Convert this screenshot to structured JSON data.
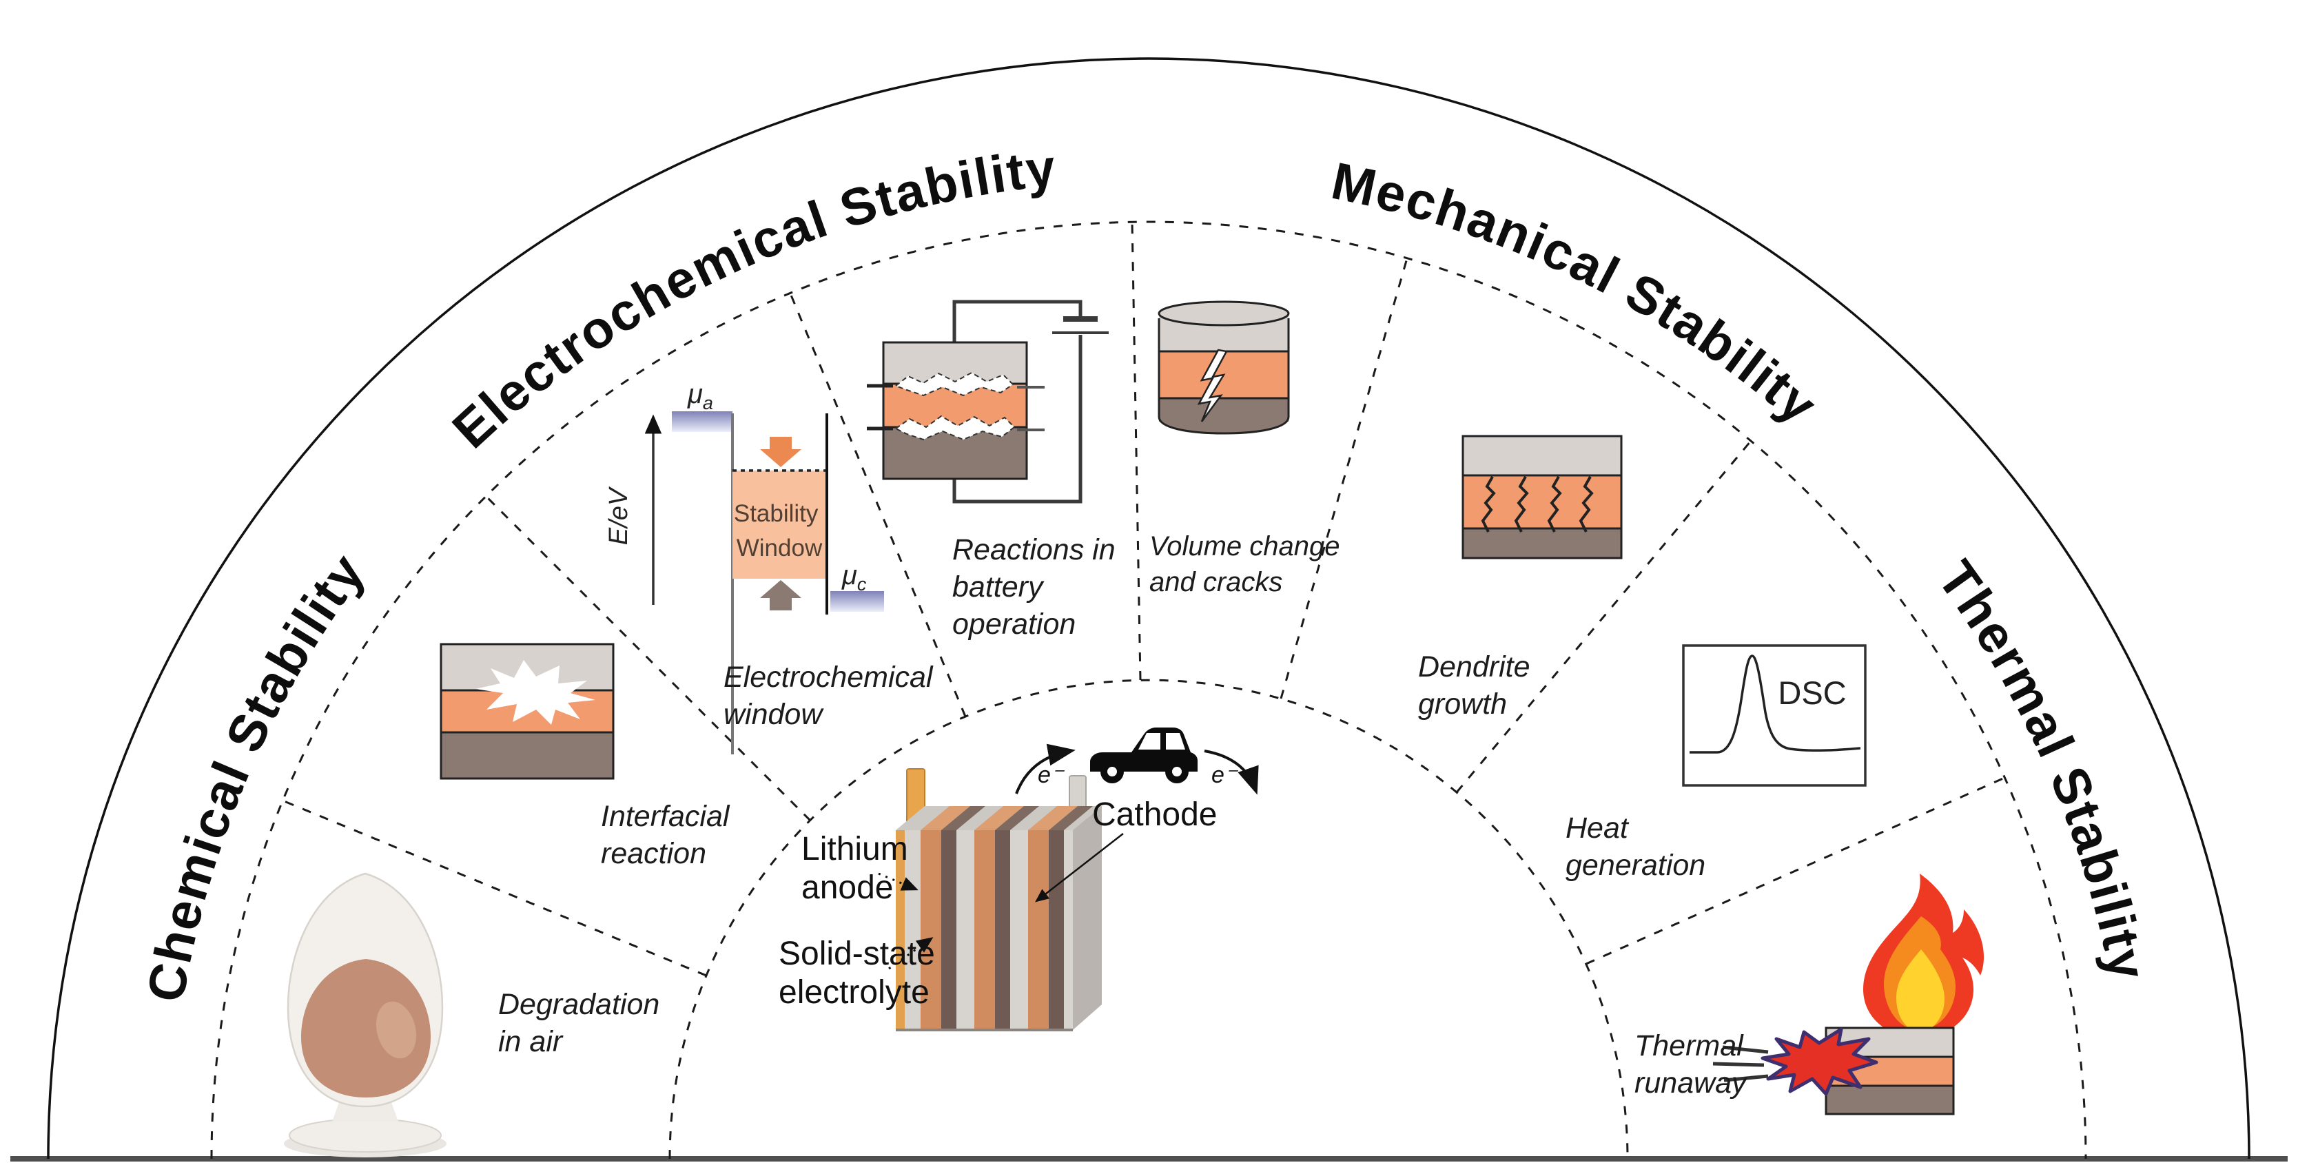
{
  "titles": [
    {
      "label": "Chemical Stability"
    },
    {
      "label": "Electrochemical Stability"
    },
    {
      "label": "Mechanical Stability"
    },
    {
      "label": "Thermal Stability"
    }
  ],
  "segments": {
    "degradation": {
      "line1": "Degradation",
      "line2": "in air"
    },
    "interfacial": {
      "line1": "Interfacial",
      "line2": "reaction"
    },
    "window": {
      "line1": "Electrochemical",
      "line2": "window"
    },
    "reactions": {
      "line1": "Reactions in",
      "line2": "battery",
      "line3": "operation"
    },
    "volume": {
      "line1": "Volume change",
      "line2": "and cracks"
    },
    "dendrite": {
      "line1": "Dendrite",
      "line2": "growth"
    },
    "heat": {
      "line1": "Heat",
      "line2": "generation"
    },
    "runaway": {
      "line1": "Thermal",
      "line2": "runaway"
    }
  },
  "window_diagram": {
    "axis_label": "E/eV",
    "mu": "μ",
    "anode_sub": "a",
    "cathode_sub": "c",
    "box_line1": "Stability",
    "box_line2": "Window"
  },
  "dsc": {
    "label": "DSC"
  },
  "battery": {
    "anode_line1": "Lithium",
    "anode_line2": "anode",
    "electrolyte_line1": "Solid-state",
    "electrolyte_line2": "electrolyte",
    "cathode": "Cathode",
    "electron": "e⁻"
  },
  "colors": {
    "layer_gray": "#d7d2cd",
    "layer_orange": "#f29b6e",
    "layer_brown": "#8a7a71",
    "window_fill": "#f9c09e",
    "mu_bar_blue": "#7f82b8",
    "copper_stripe": "#d08c5e",
    "dark_brown_stripe": "#6f5b53",
    "tab_orange": "#e9a54b",
    "flame_red": "#ee3a22",
    "flame_orange": "#f58a1f",
    "flame_yellow": "#ffd22e",
    "burst_red": "#e53125",
    "egg_brown": "#c28e75"
  }
}
